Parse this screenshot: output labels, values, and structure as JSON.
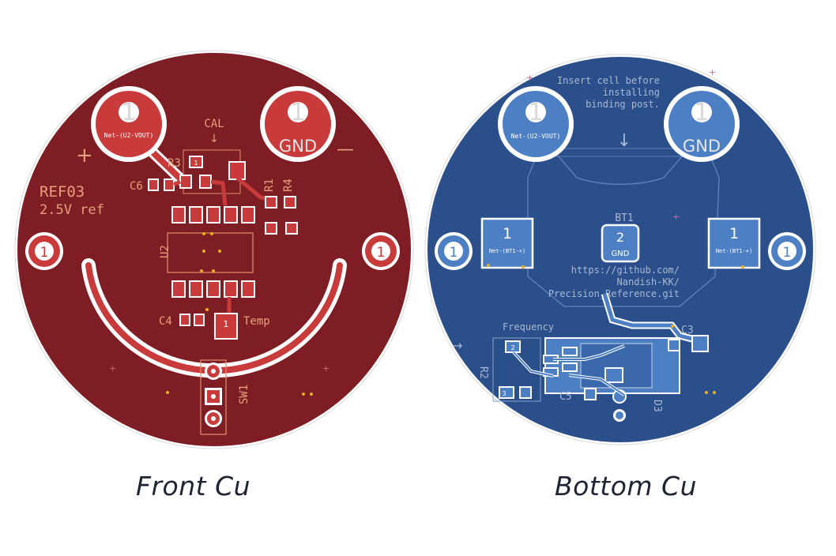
{
  "front": {
    "caption": "Front Cu",
    "colors": {
      "board": "#7e1e24",
      "pad": "#c93a3b",
      "silk": "#e8a07a",
      "text": "#e7a07c",
      "white": "#ffffff"
    },
    "pad_big_left": {
      "number": "1",
      "net": "Net-(U2-VOUT)"
    },
    "pad_big_right": {
      "number": "1",
      "label": "GND"
    },
    "pad_side_left": "1",
    "pad_side_right": "1",
    "title_line1": "REF03",
    "title_line2": "2.5V ref",
    "plus": "+",
    "minus": "—",
    "cal": "CAL",
    "arrow_down": "↓",
    "refs": {
      "r3": "R3",
      "c6": "C6",
      "r1": "R1",
      "r4": "R4",
      "u2": "U2",
      "c4": "C4",
      "temp": "Temp",
      "sw1": "SW1"
    },
    "small_pad_number": "1"
  },
  "back": {
    "caption": "Bottom Cu",
    "colors": {
      "board": "#2a4f8a",
      "pad": "#4d7fc4",
      "silk": "#c9d3e6",
      "text": "#aab7d3",
      "white": "#ffffff"
    },
    "pad_big_left": {
      "number": "1",
      "net": "Net-(U2-VOUT)"
    },
    "pad_big_right": {
      "number": "1",
      "label": "GND"
    },
    "pad_side_left": "1",
    "pad_side_right": "1",
    "note": [
      "Insert cell before",
      "installing",
      "binding post."
    ],
    "arrow_down": "↓",
    "bt1_label": "BT1",
    "bt_pad_left": {
      "number": "1",
      "net": "Net-(BT1-+)"
    },
    "bt_pad_right": {
      "number": "1",
      "net": "Net-(BT1-+)"
    },
    "bt_pad_center": {
      "number": "2",
      "label": "GND"
    },
    "url": [
      "https://github.com/",
      "Nandish-KK/",
      "Precision_Reference.git"
    ],
    "frequency": "Frequency",
    "arrow_right": "→",
    "refs": {
      "r2": "R2",
      "c3": "C3",
      "c5": "C5",
      "d3": "D3"
    },
    "small_pad_number": "2",
    "small_pad_three": "3"
  }
}
